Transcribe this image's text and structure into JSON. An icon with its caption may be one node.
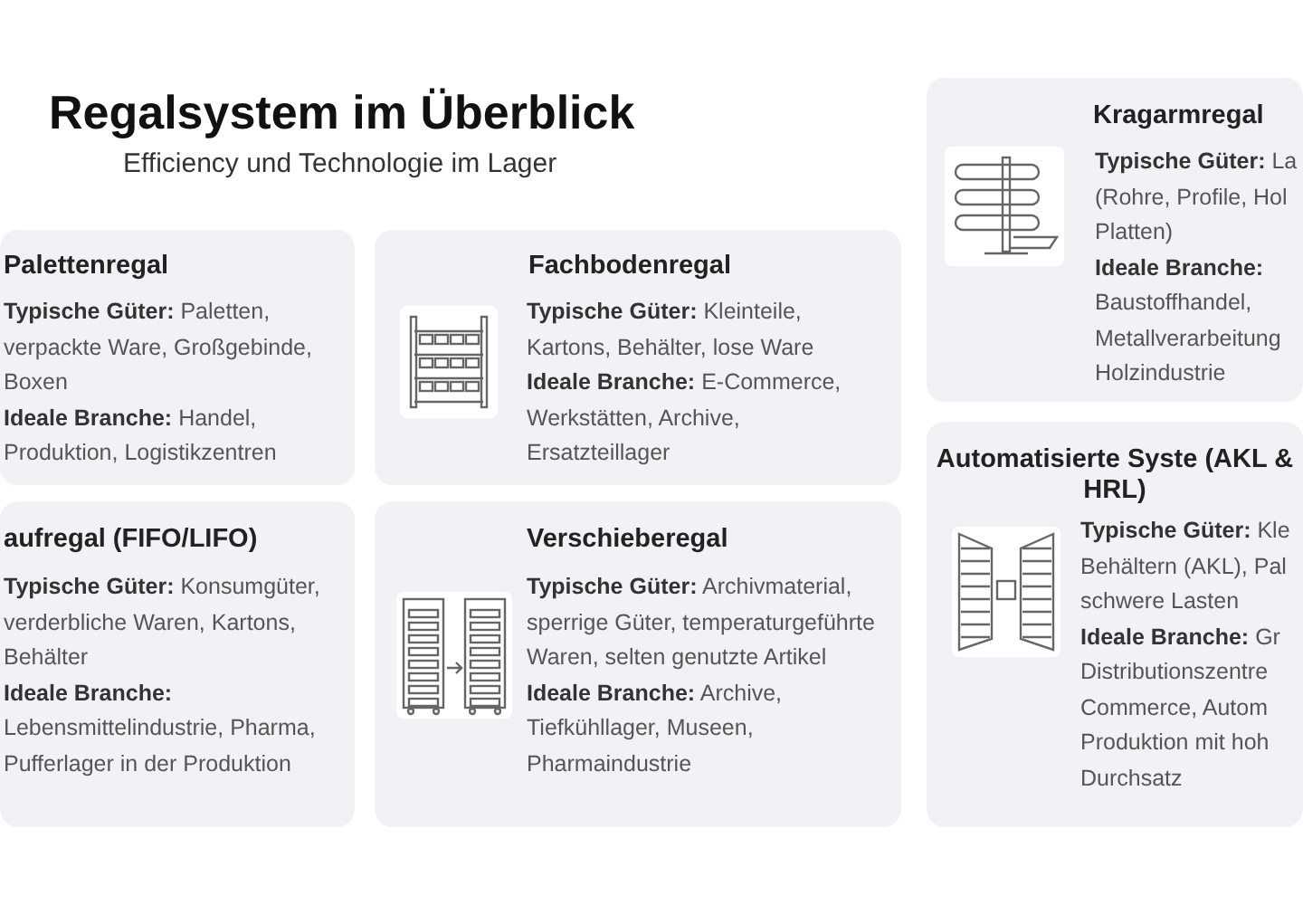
{
  "diagram": {
    "title": "Regalsystem im Überblick",
    "nodes": [
      {
        "text": [
          "Palettenregal",
          "**Typische Güter:** Paletten, verpackte Ware, Großgebinde, Boxen",
          "**Ideale Branche:** Handel, Produktion, Logistikzentren"
        ]
      },
      {
        "text": [
          "Fachbodenregal",
          "**Typische Güter:** Kleinteile, Kartons, Behälter, lose Ware",
          "**Ideale Branche:** E-Commerce, Werkstätten, Archive, Ersatzteillager"
        ]
      },
      {
        "text": [
          "aufregal (FIFO/LIFO)",
          "**Typische Güter:** Konsumgüter, verderbliche Waren, Kartons, Behälter",
          "**Ideale Branche:** Lebensmittelindustrie, Pharma, Pufferlager in der Produktion"
        ]
      },
      {
        "text": [
          "Verschieberegal",
          "**Typische Güter:** Archivmaterial, sperrige Güter, temperaturgeführte Waren, selten genutzte Artikel",
          "**Ideale Branche:** Archive, Tiefkühllager, Museen, Pharmaindustrie"
        ]
      },
      {
        "text": [
          "Kragarmregal",
          "**Typische Güter:** La (Rohre, Profile, Hol Platten)",
          "**Ideale Branche:** Baustoffhandel, Metallverarbeitung Holzindustrie"
        ]
      },
      {
        "text": [
          "Automatisierte Syste (AKL & HRL)",
          "**Typische Güter:** Kle Behältern (AKL), Pal schwere Lasten",
          "**Ideale Branche:** Gr Distributionszentre Commerce, Autom Produktion mit hoh Durchsatz"
        ]
      }
    ],
    "labels": [
      "Efficiency und Technologie im Lager"
    ]
  }
}
